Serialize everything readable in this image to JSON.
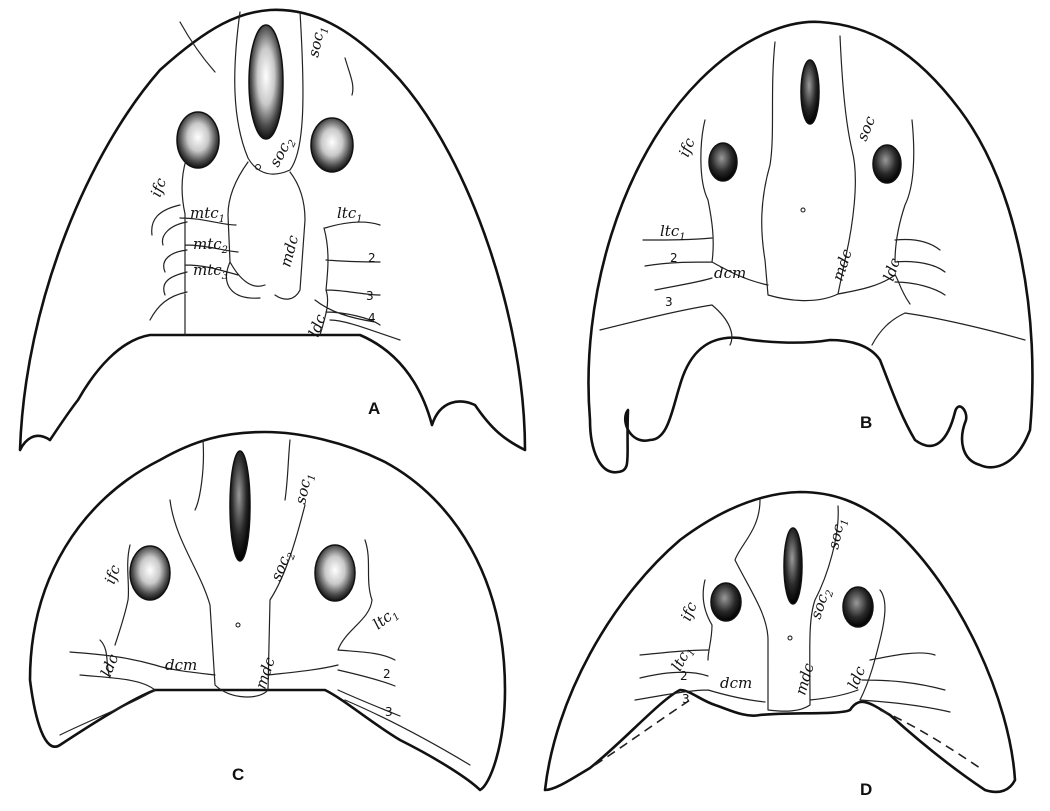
{
  "figure": {
    "panels": [
      {
        "letter": "A",
        "labels": {
          "soc1": "soc",
          "soc1_sub": "1",
          "soc2": "soc",
          "soc2_sub": "2",
          "ifc": "ifc",
          "mtc1": "mtc",
          "mtc1_sub": "1",
          "mtc2": "mtc",
          "mtc2_sub": "2",
          "mtc3": "mtc",
          "mtc3_sub": "3",
          "mdc": "mdc",
          "ltc1": "ltc",
          "ltc1_sub": "1",
          "ldc": "ldc",
          "n2": "2",
          "n3": "3",
          "n4": "4"
        }
      },
      {
        "letter": "B",
        "labels": {
          "ifc": "ifc",
          "soc": "soc",
          "ltc1": "ltc",
          "ltc1_sub": "1",
          "n2": "2",
          "n3": "3",
          "dcm": "dcm",
          "mdc": "mdc",
          "ldc": "ldc"
        }
      },
      {
        "letter": "C",
        "labels": {
          "soc1": "soc",
          "soc1_sub": "1",
          "soc2": "soc",
          "soc2_sub": "2",
          "ifc": "ifc",
          "ltc1": "ltc",
          "ltc1_sub": "1",
          "ldc": "ldc",
          "dcm": "dcm",
          "mdc": "mdc",
          "n2": "2",
          "n3": "3"
        }
      },
      {
        "letter": "D",
        "labels": {
          "soc1": "soc",
          "soc1_sub": "1",
          "soc2": "soc",
          "soc2_sub": "2",
          "ifc": "ifc",
          "ltc1": "ltc",
          "ltc1_sub": "1",
          "n2": "2",
          "n3": "3",
          "dcm": "dcm",
          "mdc": "mdc",
          "ldc": "ldc"
        }
      }
    ]
  }
}
